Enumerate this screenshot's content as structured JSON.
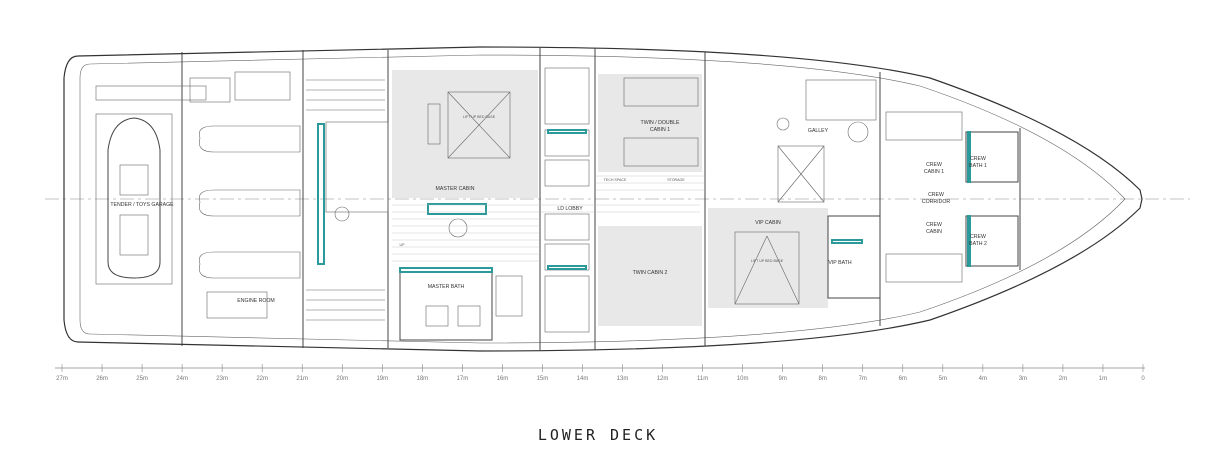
{
  "title": "LOWER DECK",
  "rooms": {
    "tender_garage": "TENDER / TOYS GARAGE",
    "engine_room": "ENGINE ROOM",
    "master_cabin": "MASTER CABIN",
    "master_bath": "MASTER BATH",
    "lobby": "LD LOBBY",
    "twin_double_cabin": [
      "TWIN / DOUBLE",
      "CABIN 1"
    ],
    "twin_cabin_2": "TWIN CABIN 2",
    "vip_cabin": "VIP CABIN",
    "galley": "GALLEY",
    "vip_bath": "VIP BATH",
    "crew_cabin_1": [
      "CREW",
      "CABIN 1"
    ],
    "crew_bath_1": [
      "CREW",
      "BATH 1"
    ],
    "crew_corridor": [
      "CREW",
      "CORRIDOR"
    ],
    "crew_cabin": [
      "CREW",
      "CABIN"
    ],
    "crew_bath_2": [
      "CREW",
      "BATH 2"
    ]
  },
  "small_labels": {
    "storage": "STORAGE",
    "tech_space": "TECH SPACE",
    "up": "UP",
    "bed_size": "LIFT UP BED BASE"
  },
  "ruler": {
    "marks": [
      "27m",
      "26m",
      "25m",
      "24m",
      "23m",
      "22m",
      "21m",
      "20m",
      "19m",
      "18m",
      "17m",
      "16m",
      "15m",
      "14m",
      "13m",
      "12m",
      "11m",
      "10m",
      "9m",
      "8m",
      "7m",
      "6m",
      "5m",
      "4m",
      "3m",
      "2m",
      "1m",
      "0"
    ]
  }
}
